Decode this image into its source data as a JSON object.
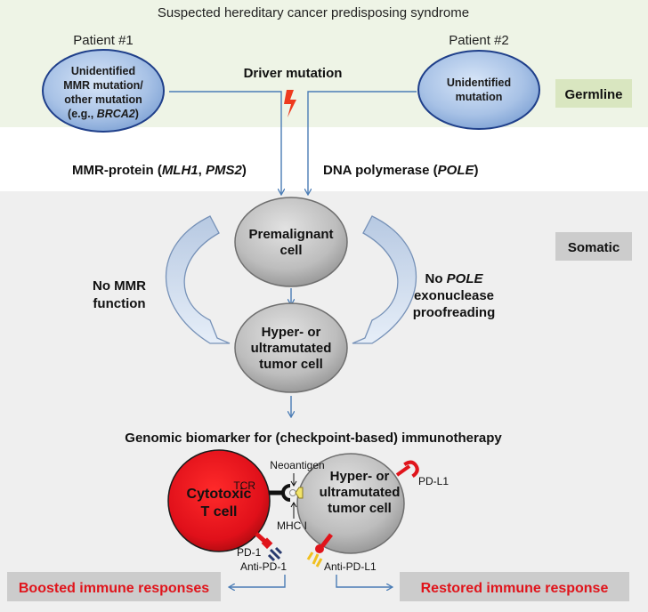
{
  "title": "Suspected hereditary cancer predisposing syndrome",
  "patient1": {
    "label": "Patient #1",
    "lines": [
      "Unidentified",
      "MMR mutation/",
      "other mutation"
    ],
    "line4_prefix": "(e.g., ",
    "line4_gene": "BRCA2",
    "line4_suffix": ")"
  },
  "patient2": {
    "label": "Patient #2",
    "lines": [
      "Unidentified",
      "mutation"
    ]
  },
  "driver_mutation": "Driver mutation",
  "germline": "Germline",
  "somatic": "Somatic",
  "mmr_protein": {
    "prefix": "MMR-protein (",
    "gene1": "MLH1",
    "sep": ", ",
    "gene2": "PMS2",
    "suffix": ")"
  },
  "dna_polymerase": {
    "prefix": "DNA polymerase (",
    "gene": "POLE",
    "suffix": ")"
  },
  "premalignant": [
    "Premalignant",
    "cell"
  ],
  "hyper_cell": [
    "Hyper- or",
    "ultramutated",
    "tumor cell"
  ],
  "no_mmr": [
    "No MMR",
    "function"
  ],
  "no_pole": {
    "line1_prefix": "No ",
    "line1_gene": "POLE",
    "line2": "exonuclease",
    "line3": "proofreading"
  },
  "biomarker": "Genomic biomarker for (checkpoint-based) immunotherapy",
  "cytotoxic": [
    "Cytotoxic",
    "T cell"
  ],
  "tumor_cell": [
    "Hyper- or",
    "ultramutated",
    "tumor cell"
  ],
  "neoantigen": "Neoantigen",
  "tcr": "TCR",
  "mhc": "MHC I",
  "pd1": "PD-1",
  "anti_pd1": "Anti-PD-1",
  "pdl1": "PD-L1",
  "anti_pdl1": "Anti-PD-L1",
  "boosted": "Boosted immune responses",
  "restored": "Restored immune response",
  "colors": {
    "germline_bg": "#eef4e6",
    "somatic_bg": "#efefef",
    "germline_box": "#d9e6c0",
    "somatic_box": "#cccccc",
    "arrow": "#4a7cb5",
    "red": "#e0141b",
    "yellow": "#f0c020",
    "navy": "#283a6e"
  }
}
